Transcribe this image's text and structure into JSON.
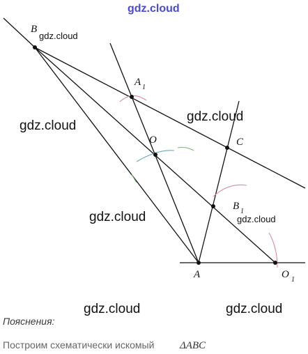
{
  "watermarks": {
    "top": "gdz.cloud",
    "near_b": "gdz.cloud",
    "left_upper": "gdz.cloud",
    "right_upper": "gdz.cloud",
    "left_middle": "gdz.cloud",
    "near_b1": "gdz.cloud",
    "bottom_left": "gdz.cloud",
    "bottom_right": "gdz.cloud"
  },
  "points": {
    "B": "B",
    "A1": "A",
    "A1_sub": "1",
    "O": "O",
    "C": "C",
    "B1": "B",
    "B1_sub": "1",
    "A": "A",
    "O1": "O",
    "O1_sub": "1"
  },
  "notes": {
    "title": "Пояснения:",
    "line1": "Построим схематически искомый",
    "line1_math": "ΔABC"
  }
}
